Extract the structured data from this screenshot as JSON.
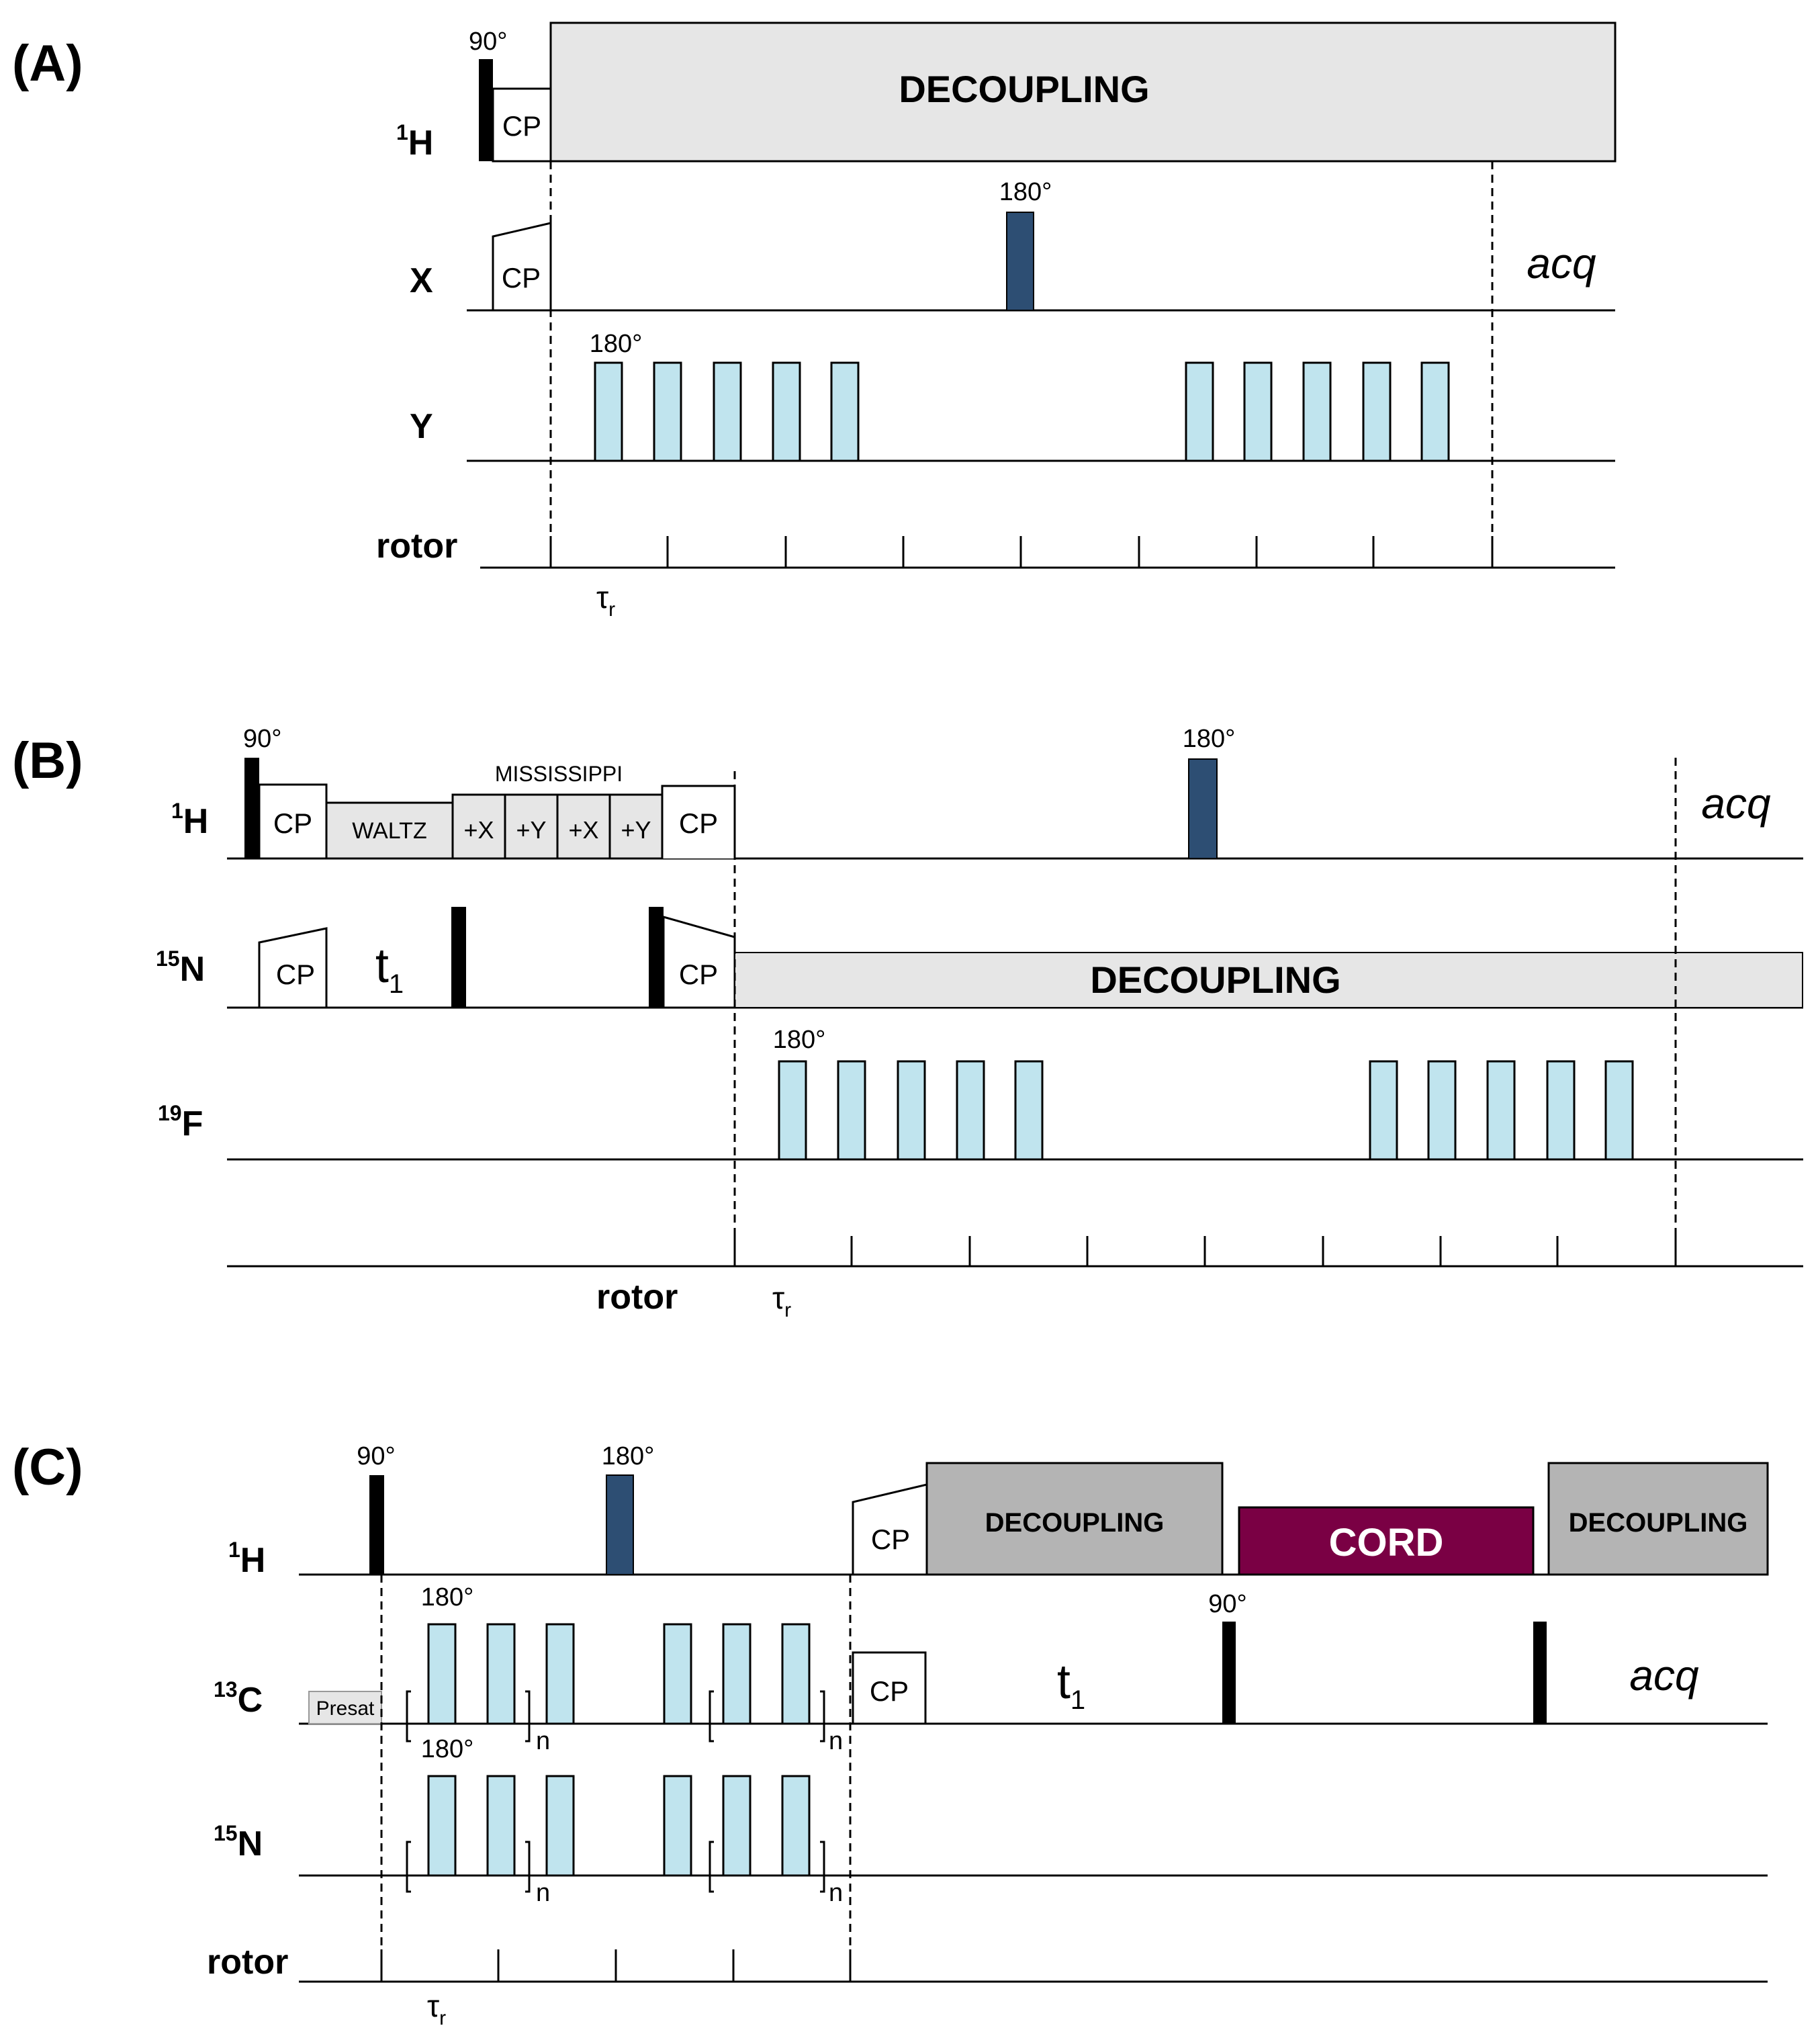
{
  "panels": [
    {
      "id": "A",
      "label": "(A)",
      "channels": {
        "h": {
          "isotope": "1",
          "element": "H"
        },
        "x": {
          "isotope": "",
          "element": "X"
        },
        "y": {
          "isotope": "",
          "element": "Y"
        },
        "rotor": "rotor"
      },
      "labels": {
        "pulse90": "90°",
        "cp_h": "CP",
        "cp_x": "CP",
        "decoupling": "DECOUPLING",
        "pulse180_x": "180°",
        "pulse180_y": "180°",
        "acq": "acq",
        "tau": "τ",
        "tau_sub": "r"
      }
    },
    {
      "id": "B",
      "label": "(B)",
      "channels": {
        "h": {
          "isotope": "1",
          "element": "H"
        },
        "n": {
          "isotope": "15",
          "element": "N"
        },
        "f": {
          "isotope": "19",
          "element": "F"
        },
        "rotor": "rotor"
      },
      "labels": {
        "pulse90": "90°",
        "cp1": "CP",
        "waltz": "WALTZ",
        "mississippi": "MISSISSIPPI",
        "mis_blocks": [
          "+X",
          "+Y",
          "+X",
          "+Y"
        ],
        "cp2": "CP",
        "pulse180_h": "180°",
        "acq": "acq",
        "cp_n1": "CP",
        "t1": "t",
        "t1_sub": "1",
        "cp_n2": "CP",
        "decoupling": "DECOUPLING",
        "pulse180_f": "180°",
        "tau": "τ",
        "tau_sub": "r"
      }
    },
    {
      "id": "C",
      "label": "(C)",
      "channels": {
        "h": {
          "isotope": "1",
          "element": "H"
        },
        "c": {
          "isotope": "13",
          "element": "C"
        },
        "n": {
          "isotope": "15",
          "element": "N"
        },
        "rotor": "rotor"
      },
      "labels": {
        "pulse90_h": "90°",
        "pulse180_h": "180°",
        "cp_h": "CP",
        "decoupling1": "DECOUPLING",
        "cord": "CORD",
        "decoupling2": "DECOUPLING",
        "presat": "Presat",
        "pulse180_c": "180°",
        "cp_c": "CP",
        "t1": "t",
        "t1_sub": "1",
        "pulse90_c": "90°",
        "acq": "acq",
        "n": "n",
        "pulse180_n": "180°",
        "tau": "τ",
        "tau_sub": "r"
      }
    }
  ],
  "colors": {
    "light_blue_pulse": "#c0e4ee",
    "dark_blue_pulse": "#2d4e73",
    "light_gray_decoupling": "#e6e6e6",
    "gray_decoupling": "#b4b4b4",
    "cord": "#7a0044",
    "black": "#000000"
  }
}
